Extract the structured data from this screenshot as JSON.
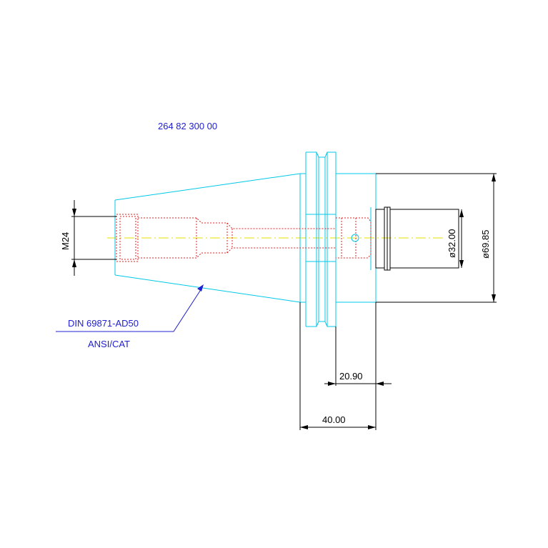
{
  "part_number": "264 82 300 00",
  "standard_label": "DIN 69871-AD50",
  "standard_sublabel": "ANSI/CAT",
  "dimensions": {
    "thread": "M24",
    "bore_diameter": "ø32.00",
    "outer_diameter": "ø69.85",
    "flange_to_nose": "20.90",
    "gauge_to_nose": "40.00"
  },
  "colors": {
    "outline": "#00c8e8",
    "hidden": "#e02020",
    "centerline": "#e8e000",
    "annotation": "#2020d0",
    "dimension": "#000000"
  }
}
